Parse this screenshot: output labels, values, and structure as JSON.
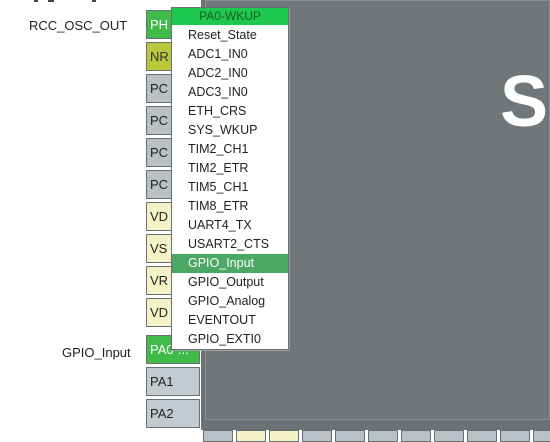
{
  "chip": {
    "letter": "S"
  },
  "labels": {
    "rcc_osc_out": "RCC_OSC_OUT",
    "gpio_input": "GPIO_Input"
  },
  "left_pins": [
    {
      "label": "PH",
      "style": "green"
    },
    {
      "label": "NR",
      "style": "olive"
    },
    {
      "label": "PC",
      "style": "gray"
    },
    {
      "label": "PC",
      "style": "gray"
    },
    {
      "label": "PC",
      "style": "gray"
    },
    {
      "label": "PC",
      "style": "gray"
    },
    {
      "label": "VD",
      "style": "cream"
    },
    {
      "label": "VS",
      "style": "cream"
    },
    {
      "label": "VR",
      "style": "cream"
    },
    {
      "label": "VD",
      "style": "cream"
    },
    {
      "label": "PA0-...",
      "style": "green"
    },
    {
      "label": "PA1",
      "style": "lightgray"
    },
    {
      "label": "PA2",
      "style": "lightgray"
    }
  ],
  "dropdown": {
    "header": "PA0-WKUP",
    "items": [
      "Reset_State",
      "ADC1_IN0",
      "ADC2_IN0",
      "ADC3_IN0",
      "ETH_CRS",
      "SYS_WKUP",
      "TIM2_CH1",
      "TIM2_ETR",
      "TIM5_CH1",
      "TIM8_ETR",
      "UART4_TX",
      "USART2_CTS",
      "GPIO_Input",
      "GPIO_Output",
      "GPIO_Analog",
      "EVENTOUT",
      "GPIO_EXTI0"
    ],
    "selected": "GPIO_Input"
  },
  "colors": {
    "pin_green": "#3fbb49",
    "header_green": "#1ec84f",
    "selected_green": "#4aa864",
    "chip_gray": "#717679"
  }
}
